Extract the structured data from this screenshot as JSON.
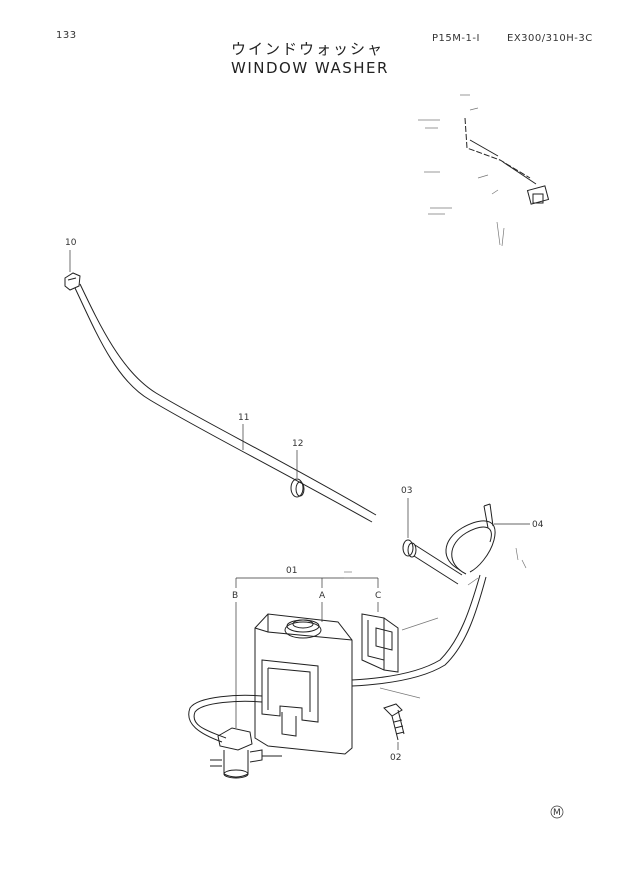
{
  "header": {
    "page_number": "133",
    "ref_code": "P15M-1-I",
    "model": "EX300/310H-3C"
  },
  "title": {
    "japanese": "ウインドウォッシャ",
    "english": "WINDOW WASHER"
  },
  "callouts": {
    "c10": "10",
    "c11": "11",
    "c12": "12",
    "c03": "03",
    "c04": "04",
    "c01": "01",
    "cA": "A",
    "cB": "B",
    "cC": "C",
    "c02": "02"
  },
  "mark": "M"
}
